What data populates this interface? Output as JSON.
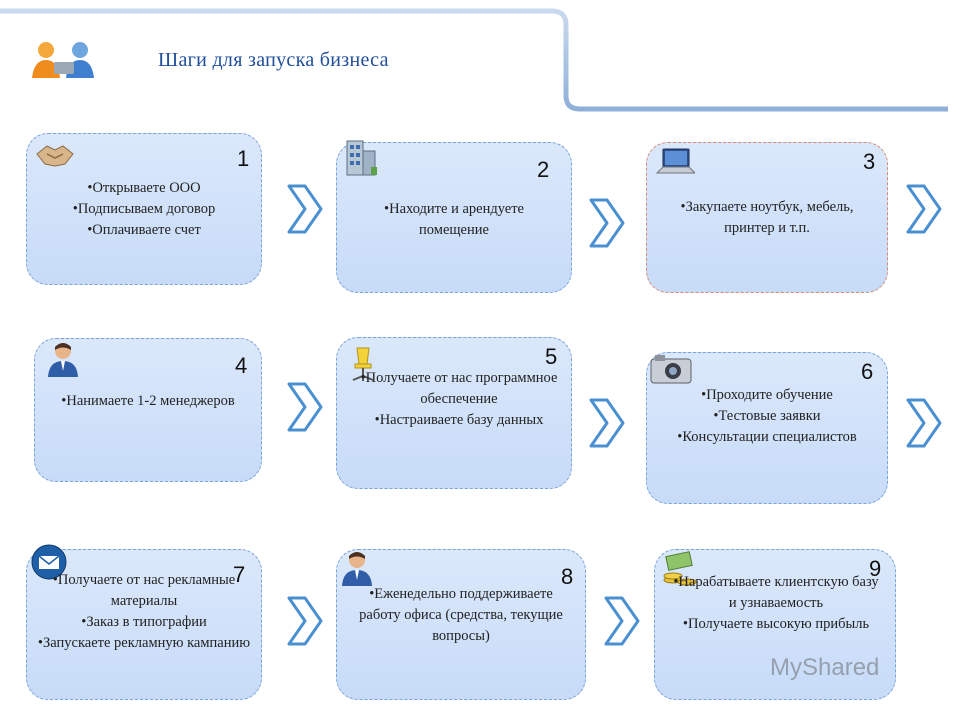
{
  "header": {
    "title": "Шаги для запуска бизнеса"
  },
  "steps": [
    {
      "number": "1",
      "icon": "handshake-icon",
      "items": [
        "Открываете ООО",
        "Подписываем договор",
        "Оплачиваете счет"
      ]
    },
    {
      "number": "2",
      "icon": "building-icon",
      "items": [
        "Находите и арендуете помещение"
      ]
    },
    {
      "number": "3",
      "icon": "laptop-icon",
      "items": [
        "Закупаете ноутбук, мебель, принтер и т.п."
      ]
    },
    {
      "number": "4",
      "icon": "person-icon",
      "items": [
        "Нанимаете 1-2 менеджеров"
      ]
    },
    {
      "number": "5",
      "icon": "chair-icon",
      "items": [
        "Получаете от нас программное обеспечение",
        "Настраиваете базу данных"
      ]
    },
    {
      "number": "6",
      "icon": "camera-icon",
      "items": [
        "Проходите обучение",
        "Тестовые заявки",
        "Консультации специалистов"
      ]
    },
    {
      "number": "7",
      "icon": "mail-icon",
      "items": [
        "Получаете от нас рекламные материалы",
        "Заказ в типографии",
        "Запускаете рекламную кампанию"
      ]
    },
    {
      "number": "8",
      "icon": "person-icon",
      "items": [
        "Еженедельно поддерживаете работу офиса (средства, текущие вопросы)"
      ]
    },
    {
      "number": "9",
      "icon": "money-icon",
      "items": [
        "Нарабатываете клиентскую базу и узнаваемость",
        "Получаете высокую прибыль"
      ]
    }
  ],
  "watermark": {
    "text": "MyShared"
  },
  "colors": {
    "card_fill": "#cfe0f8",
    "card_border": "#7aa3d9",
    "arrow": "#4a90d0",
    "title": "#1f4e9a"
  }
}
